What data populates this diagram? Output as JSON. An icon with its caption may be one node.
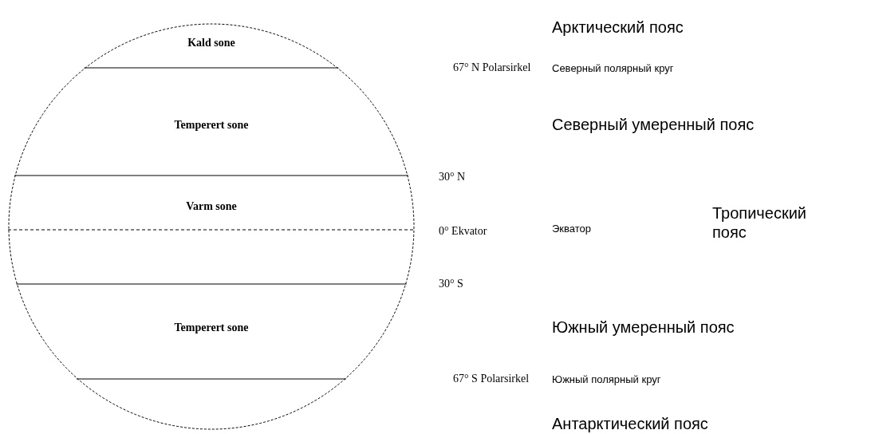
{
  "diagram": {
    "nodes": [
      {
        "text": [],
        "shape": "circle"
      },
      {
        "text": [
          "Kald sone"
        ],
        "in": 0
      },
      {
        "text": [
          "Temperert sone"
        ],
        "in": 0
      },
      {
        "text": [
          "Varm sone"
        ],
        "in": 0
      },
      {
        "text": [
          "Temperert sone"
        ],
        "in": 0
      }
    ],
    "labels": [
      "Арктический пояс",
      "67° N Polarsirkel",
      "Северный полярный круг",
      "Северный умеренный пояс",
      "30° N",
      "Тропический пояс",
      "0° Ekvator",
      "Экватор",
      "30° S",
      "Южный умеренный пояс",
      "67° S Polarsirkel",
      "Южный полярный круг",
      "Антарктический пояс"
    ]
  }
}
